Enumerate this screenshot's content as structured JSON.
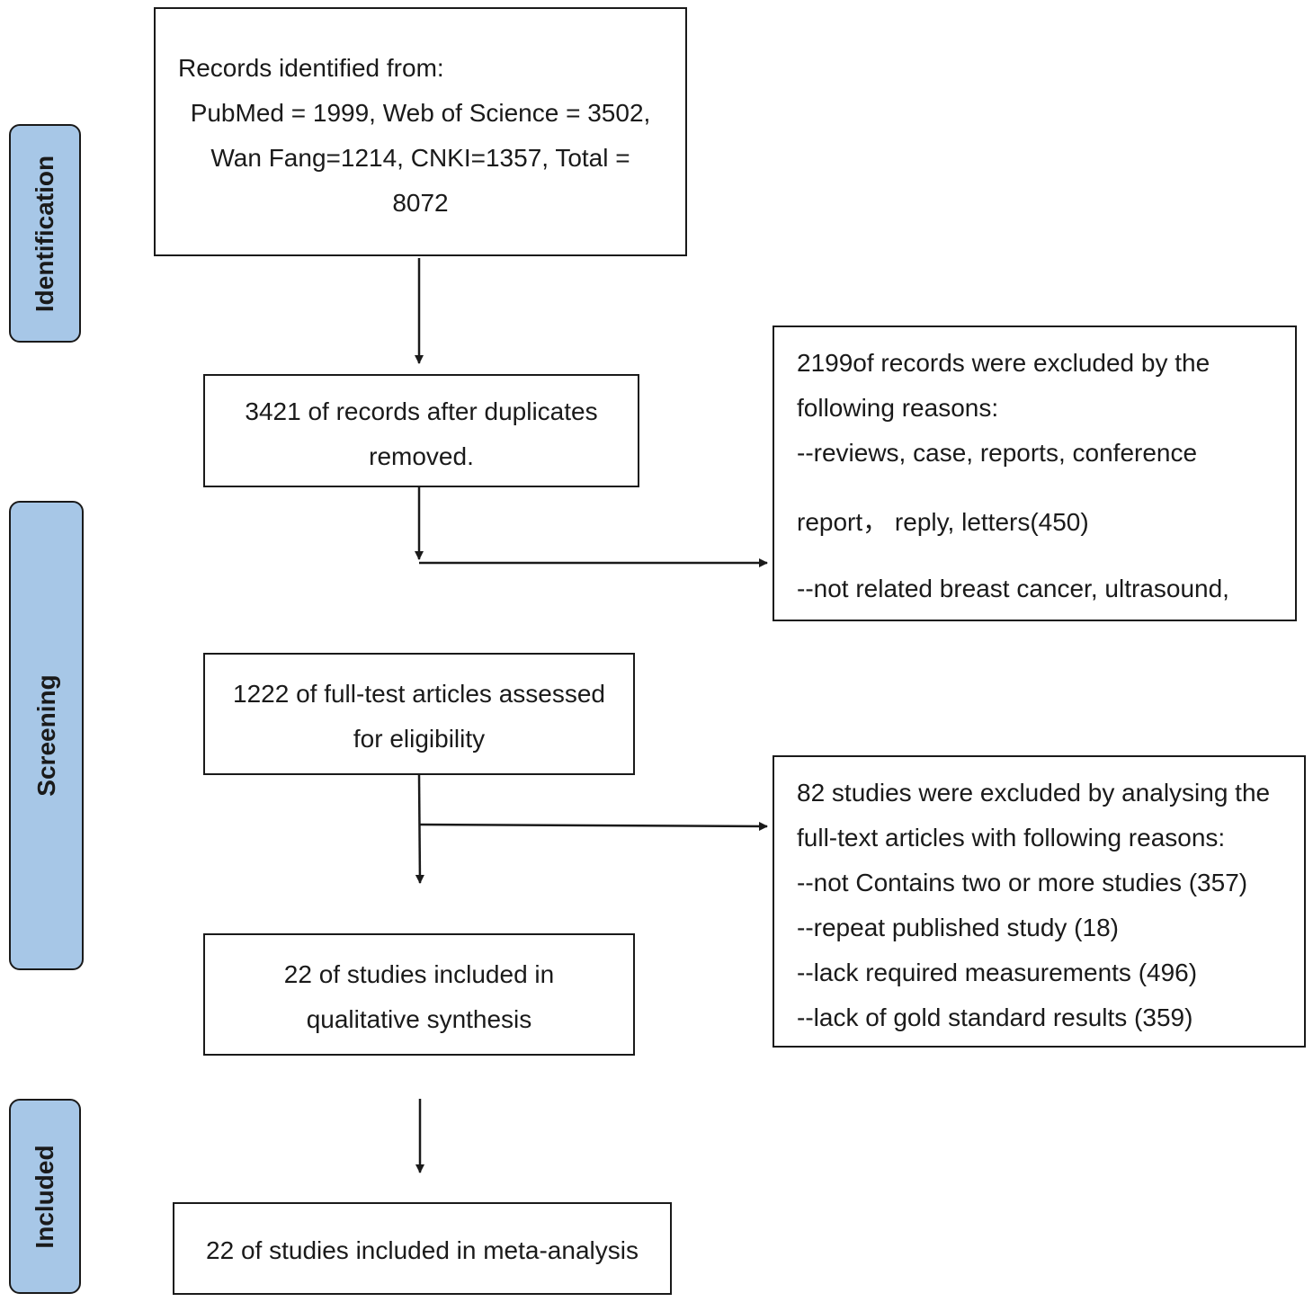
{
  "stages": {
    "identification": "Identification",
    "screening": "Screening",
    "included": "Included"
  },
  "boxes": {
    "records_identified": [
      "Records identified from:",
      "PubMed = 1999, Web of Science = 3502,",
      "Wan Fang=1214, CNKI=1357, Total =",
      "8072"
    ],
    "after_duplicates": [
      "3421 of records after duplicates",
      "removed."
    ],
    "excluded_records": [
      "2199of records were excluded by the",
      "following reasons:",
      "--reviews, case, reports, conference",
      "report， reply, letters(450)",
      "--not related breast cancer, ultrasound,"
    ],
    "full_text_assessed": [
      "1222 of full-test articles assessed",
      "for eligibility"
    ],
    "excluded_studies": [
      "82 studies were excluded by analysing the",
      "full-text articles with following reasons:",
      "--not Contains two or more studies (357)",
      "--repeat published study (18)",
      "--lack required measurements (496)",
      "--lack of gold standard results (359)"
    ],
    "qualitative_synthesis": [
      "22 of studies included in",
      "qualitative synthesis"
    ],
    "meta_analysis": [
      "22 of studies included in meta-analysis"
    ]
  }
}
